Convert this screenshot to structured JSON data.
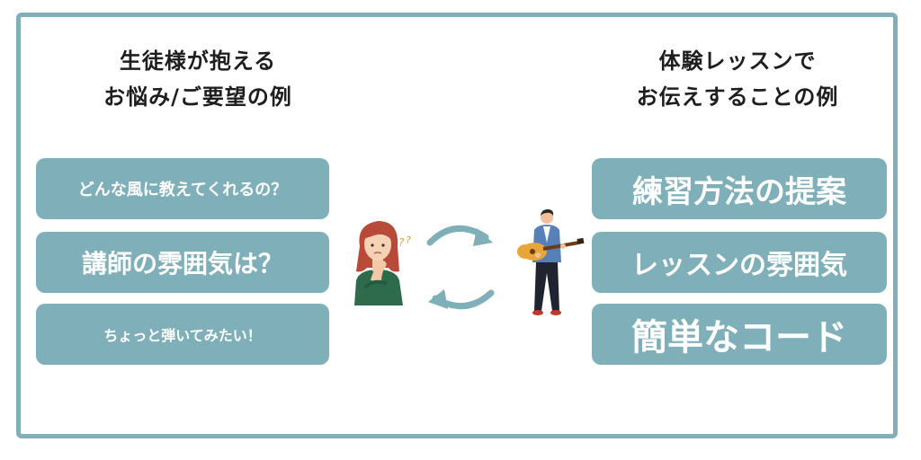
{
  "left": {
    "heading_line1": "生徒様が抱える",
    "heading_line2": "お悩み/ご要望の例",
    "items": [
      "どんな風に教えてくれるの？",
      "講師の雰囲気は？",
      "ちょっと弾いてみたい！"
    ]
  },
  "right": {
    "heading_line1": "体験レッスンで",
    "heading_line2": "お伝えすることの例",
    "items": [
      "練習方法の提案",
      "レッスンの雰囲気",
      "簡単なコード"
    ]
  },
  "colors": {
    "accent": "#7fb0b9",
    "frame": "#7fb0b9",
    "pill_text": "#ffffff",
    "heading_text": "#1e1e1e",
    "arrow": "#7fb0b9"
  },
  "icons": {
    "student": "thinking-woman-icon",
    "question": "question-marks-icon",
    "arrows": "exchange-arrows-icon",
    "teacher": "guitar-teacher-icon"
  }
}
